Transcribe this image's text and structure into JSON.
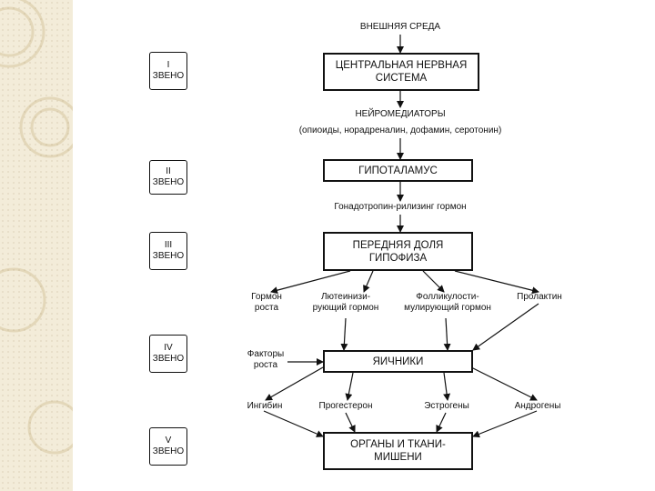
{
  "environment": "ВНЕШНЯЯ СРЕДА",
  "boxes": {
    "cns": "ЦЕНТРАЛЬНАЯ НЕРВНАЯ\nСИСТЕМА",
    "hypothalamus": "ГИПОТАЛАМУС",
    "pituitary": "ПЕРЕДНЯЯ ДОЛЯ\nГИПОФИЗА",
    "ovaries": "ЯИЧНИКИ",
    "targets": "ОРГАНЫ И ТКАНИ-\nМИШЕНИ"
  },
  "labels": {
    "neuro_title": "НЕЙРОМЕДИАТОРЫ",
    "neuro_list": "(опиоиды, норадреналин, дофамин, серотонин)",
    "gnrh": "Гонадотропин-рилизинг гормон",
    "growth_hormone": "Гормон\nроста",
    "lh": "Лютеинизи-\nрующий гормон",
    "fsh": "Фолликулости-\nмулирующий гормон",
    "prolactin": "Пролактин",
    "growth_factors": "Факторы\nроста",
    "inhibin": "Ингибин",
    "progesterone": "Прогестерон",
    "estrogens": "Эстрогены",
    "androgens": "Андрогены"
  },
  "levels": [
    {
      "num": "I",
      "word": "ЗВЕНО"
    },
    {
      "num": "II",
      "word": "ЗВЕНО"
    },
    {
      "num": "III",
      "word": "ЗВЕНО"
    },
    {
      "num": "IV",
      "word": "ЗВЕНО"
    },
    {
      "num": "V",
      "word": "ЗВЕНО"
    }
  ]
}
